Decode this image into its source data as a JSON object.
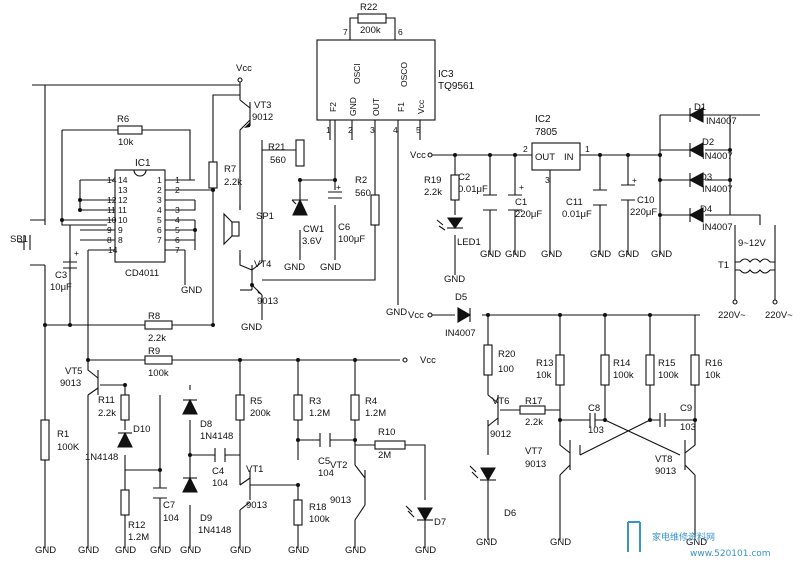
{
  "ic1": {
    "name": "IC1",
    "part": "CD4011",
    "left_pins": [
      "14",
      "12",
      "11",
      "10",
      "9",
      "8",
      "14"
    ],
    "inner_left": [
      "14",
      "13",
      "12",
      "11",
      "10",
      "9",
      "8"
    ],
    "inner_right": [
      "1",
      "2",
      "3",
      "4",
      "5",
      "6",
      "7"
    ],
    "right_pins": [
      "1",
      "2",
      "3",
      "4",
      "5",
      "6",
      "7"
    ]
  },
  "ic2": {
    "name": "IC2",
    "part": "7805",
    "out": "OUT",
    "in": "IN",
    "pin_numbers": [
      "2",
      "1",
      "3"
    ]
  },
  "ic3": {
    "name": "IC3",
    "part": "TQ9561",
    "pins_labels": [
      "F2",
      "GND",
      "OUT",
      "F1",
      "Vcc",
      "OSCI",
      "OSCO"
    ],
    "pin_numbers": [
      "1",
      "2",
      "3",
      "4",
      "5",
      "7",
      "6"
    ]
  },
  "r22": {
    "name": "R22",
    "value": "200k"
  },
  "power": {
    "vcc": "Vcc",
    "gnd": "GND"
  },
  "labels": {
    "r6_name": "R6",
    "r6_value": "10k",
    "r7_name": "R7",
    "r7_value": "2.2k",
    "r8_name": "R8",
    "r8_value": "2.2k",
    "r21_name": "R21",
    "r21_value": "560",
    "r2_name": "R2",
    "r2_value": "560",
    "r19_name": "R19",
    "r19_value": "2.2k",
    "r9_name": "R9",
    "r9_value": "100k",
    "r1_name": "R1",
    "r1_value": "100K",
    "r11_name": "R11",
    "r11_value": "2.2k",
    "r12_name": "R12",
    "r12_value": "1.2M",
    "r5_name": "R5",
    "r5_value": "200k",
    "r3_name": "R3",
    "r3_value": "1.2M",
    "r4_name": "R4",
    "r4_value": "1.2M",
    "r18_name": "R18",
    "r18_value": "100k",
    "r10_name": "R10",
    "r10_value": "2M",
    "r20_name": "R20",
    "r20_value": "100",
    "r17_name": "R17",
    "r17_value": "2.2k",
    "r13_name": "R13",
    "r13_value": "10k",
    "r14_name": "R14",
    "r14_value": "100k",
    "r15_name": "R15",
    "r15_value": "100k",
    "r16_name": "R16",
    "r16_value": "10k",
    "c3_name": "C3",
    "c3_value": "10μF",
    "c6_name": "C6",
    "c6_value": "100μF",
    "c2_name": "C2",
    "c2_value": "0.01μF",
    "c1_name": "C1",
    "c1_value": "220μF",
    "c11_name": "C11",
    "c11_value": "0.01μF",
    "c10_name": "C10",
    "c10_value": "220μF",
    "c4_name": "C4",
    "c4_value": "104",
    "c7_name": "C7",
    "c7_value": "104",
    "c5_name": "C5",
    "c5_value": "104",
    "c8_name": "C8",
    "c8_value": "103",
    "c9_name": "C9",
    "c9_value": "103",
    "d1_name": "D1",
    "d1_part": "IN4007",
    "d2_name": "D2",
    "d2_part": "IN4007",
    "d3_name": "D3",
    "d3_part": "IN4007",
    "d4_name": "D4",
    "d4_part": "IN4007",
    "cw1_name": "CW1",
    "cw1_value": "3.6V",
    "led1_name": "LED1",
    "d5_name": "D5",
    "d5_part": "IN4007",
    "d6_name": "D6",
    "d7_name": "D7",
    "d10_name": "D10",
    "d10_part": "1N4148",
    "d8_name": "D8",
    "d8_part": "1N4148",
    "d9_name": "D9",
    "d9_part": "1N4148",
    "vt3_name": "VT3",
    "vt3_part": "9012",
    "vt4_name": "VT4",
    "vt4_part": "9013",
    "vt5_name": "VT5",
    "vt5_part": "9013",
    "vt1_name": "VT1",
    "vt1_part": "9013",
    "vt2_name": "VT2",
    "vt2_part": "9013",
    "vt6_name": "VT6",
    "vt6_part": "9012",
    "vt7_name": "VT7",
    "vt7_part": "9013",
    "vt8_name": "VT8",
    "vt8_part": "9013",
    "sp1_name": "SP1",
    "sb1_name": "SB1",
    "t1_name": "T1",
    "t1_secondary": "9~12V",
    "ac_left": "220V~",
    "ac_right": "220V~"
  },
  "watermark": {
    "text": "家电维修资料网",
    "url": "www.520101.com"
  }
}
